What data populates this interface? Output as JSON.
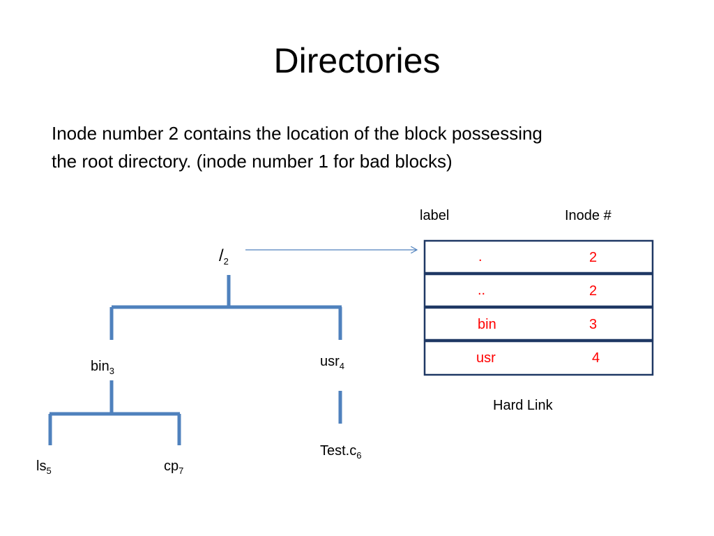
{
  "title": "Directories",
  "body": {
    "line1": "Inode number 2 contains the location of the block possessing",
    "line2": "the root directory. (inode number 1 for bad blocks)"
  },
  "tree": {
    "root": {
      "name": "/",
      "inode": "2"
    },
    "bin": {
      "name": "bin",
      "inode": "3"
    },
    "usr": {
      "name": "usr",
      "inode": "4"
    },
    "ls": {
      "name": "ls",
      "inode": "5"
    },
    "cp": {
      "name": "cp",
      "inode": "7"
    },
    "test": {
      "name": "Test.c",
      "inode": "6"
    }
  },
  "table": {
    "col_label": "label",
    "col_inode": "Inode #",
    "rows": [
      {
        "label": ".",
        "inode": "2"
      },
      {
        "label": "..",
        "inode": "2"
      },
      {
        "label": "bin",
        "inode": "3"
      },
      {
        "label": "usr",
        "inode": "4"
      }
    ],
    "caption": "Hard Link"
  },
  "colors": {
    "tree_line": "#4f81bd",
    "table_border": "#1f3864",
    "table_text": "#ff0000",
    "arrow": "#4f81bd"
  }
}
